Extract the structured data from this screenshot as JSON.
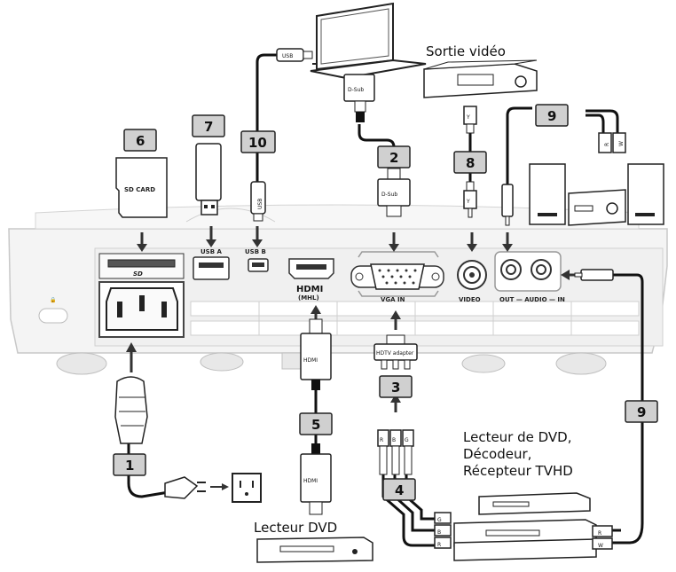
{
  "captions": {
    "video_out": "Sortie vidéo",
    "dvd_player": "Lecteur DVD",
    "dvd_line1": "Lecteur de DVD,",
    "dvd_line2": "Décodeur,",
    "dvd_line3": "Récepteur TVHD"
  },
  "numbers": [
    "1",
    "2",
    "3",
    "4",
    "5",
    "6",
    "7",
    "8",
    "9",
    "10"
  ],
  "port_labels": {
    "sd": "SD",
    "usb_a": "USB A",
    "usb_b": "USB B",
    "hdmi": "HDMI",
    "mhl": "(MHL)",
    "vga_in": "VGA IN",
    "video": "VIDEO",
    "audio": "OUT — AUDIO — IN"
  },
  "device_labels": {
    "sd_card": "SD CARD",
    "usb_plug": "USB",
    "usb_cable": "USB",
    "dsub_top": "D-Sub",
    "dsub_bottom": "D-Sub",
    "hdmi_top": "HDMI",
    "hdmi_bottom": "HDMI",
    "hdtv_adapter": "HDTV adapter",
    "y_top": "Y",
    "y_bottom": "Y",
    "r_top": "R",
    "w_top": "W",
    "r_right": "R",
    "w_right": "W",
    "rbg_r": "R",
    "rbg_b": "B",
    "rbg_g": "G",
    "rbg2_r": "R",
    "rbg2_b": "B",
    "rbg2_g": "G"
  }
}
